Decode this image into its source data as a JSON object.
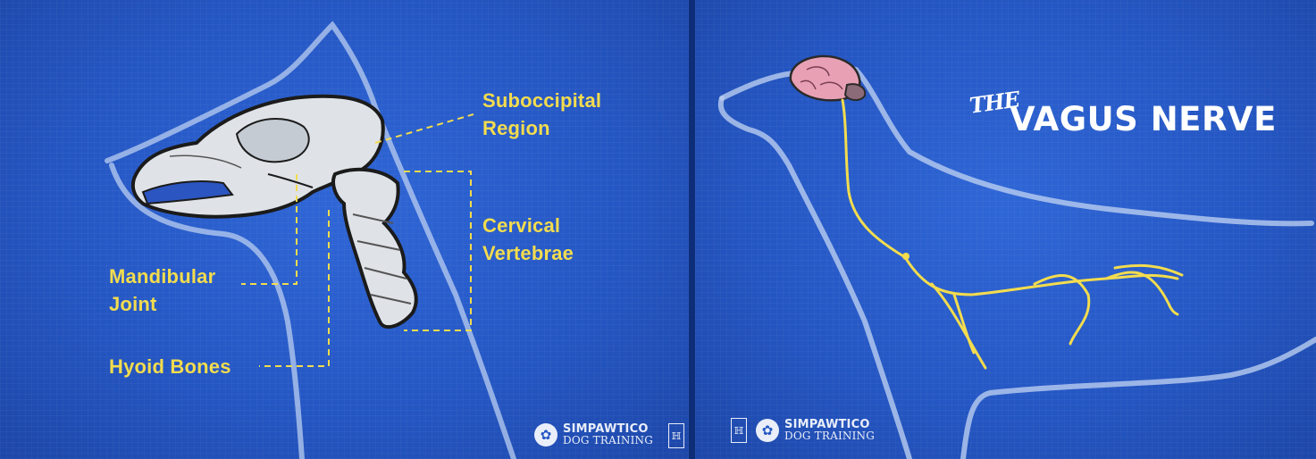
{
  "left_panel": {
    "labels": {
      "suboccipital": [
        "Suboccipital",
        "Region"
      ],
      "cervical": [
        "Cervical",
        "Vertebrae"
      ],
      "mandibular": [
        "Mandibular",
        "Joint"
      ],
      "hyoid": "Hyoid Bones"
    },
    "logo": {
      "line1": "SIMPAWTICO",
      "line2": "DOG TRAINING"
    },
    "monogram": "ℍ"
  },
  "right_panel": {
    "title_small": "THE",
    "title_main": "VAGUS NERVE",
    "logo": {
      "line1": "SIMPAWTICO",
      "line2": "DOG TRAINING"
    },
    "monogram": "ℍ"
  },
  "colors": {
    "background": "#2557c4",
    "label_text": "#f3dc4e",
    "outline": "#b9cdf0",
    "nerve": "#f3dc4e",
    "brain": "#e8a0b4"
  },
  "icons": [
    "paw-icon",
    "monogram-icon",
    "skull-illustration",
    "brain-illustration"
  ]
}
